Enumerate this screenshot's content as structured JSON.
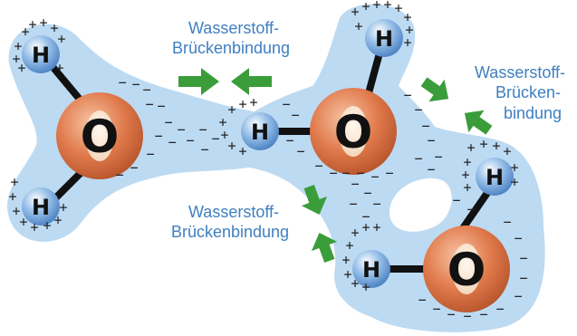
{
  "atoms": {
    "hydrogen": "H",
    "oxygen": "O"
  },
  "charges": {
    "positive": "+",
    "negative": "−"
  },
  "bond_labels": [
    {
      "lines": [
        "Wasserstoff-",
        "Brückenbindung"
      ]
    },
    {
      "lines": [
        "Wasserstoff-",
        "Brücken-",
        "bindung"
      ]
    },
    {
      "lines": [
        "Wasserstoff-",
        "Brückenbindung"
      ]
    }
  ],
  "colors": {
    "cloud": "#bcdaf2",
    "oxygen": "#e07a4c",
    "hydrogen": "#6ea2da",
    "bond": "#111111",
    "arrow": "#3a9d3a",
    "label": "#3f7fc0"
  }
}
